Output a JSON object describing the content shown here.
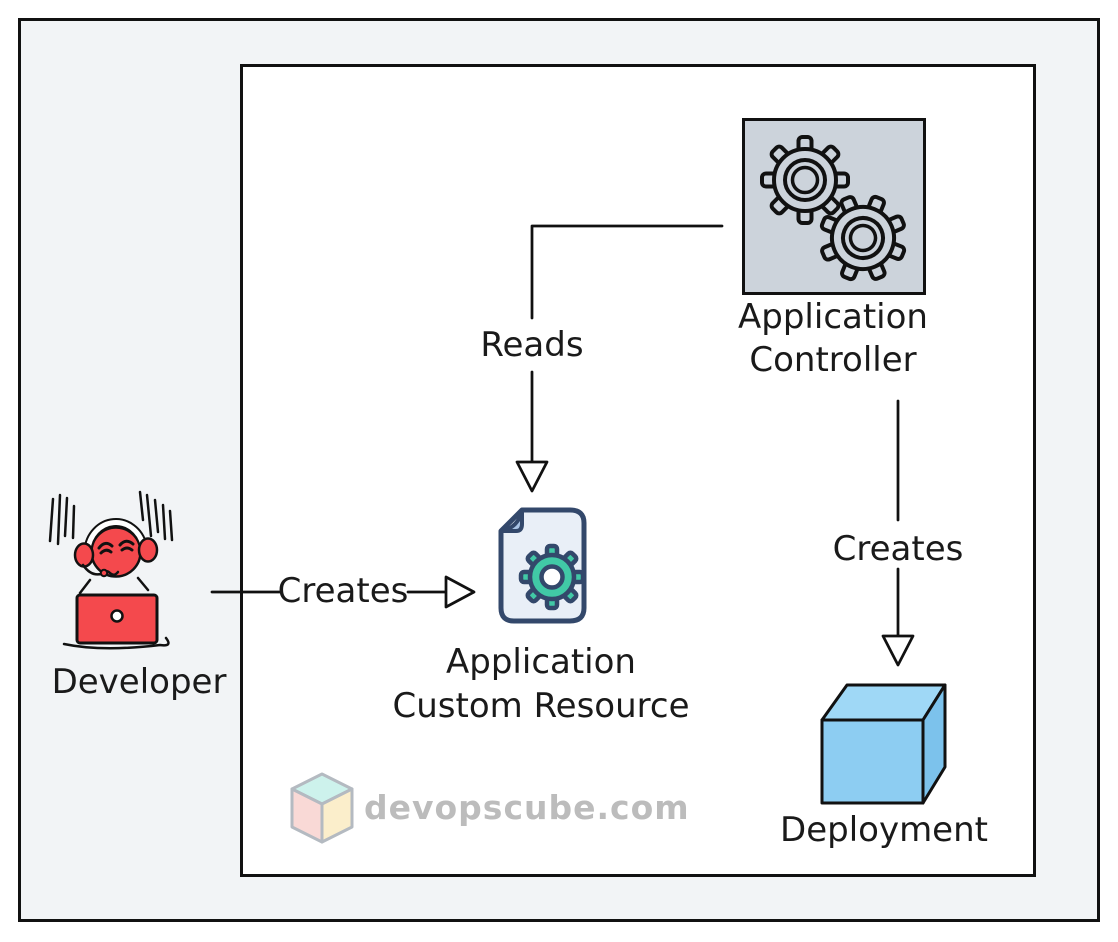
{
  "watermark": {
    "text": "devopscube.com"
  },
  "nodes": {
    "developer": {
      "label": "Developer"
    },
    "application_controller": {
      "label_line1": "Application",
      "label_line2": "Controller"
    },
    "application_custom_resource": {
      "label_line1": "Application",
      "label_line2": "Custom Resource"
    },
    "deployment": {
      "label": "Deployment"
    }
  },
  "edges": {
    "developer_creates_resource": {
      "label": "Creates"
    },
    "controller_reads_resource": {
      "label": "Reads"
    },
    "controller_creates_deployment": {
      "label": "Creates"
    }
  },
  "icons": {
    "developer": "stressed-developer-at-laptop",
    "application_controller": "two-gears",
    "application_custom_resource": "document-with-gear",
    "deployment": "blue-cube",
    "watermark": "pastel-cube"
  },
  "colors": {
    "outer_background": "#f2f4f6",
    "inner_box": "#ffffff",
    "line_stroke": "#111111",
    "controller_box_fill": "#ccd3db",
    "developer_red": "#f4494d",
    "document_fill": "#e9eff7",
    "document_outline": "#33486b",
    "document_fold": "#a9c4e6",
    "gear_teal": "#41c9a6",
    "cube_front": "#8dcdf2",
    "cube_top": "#9fd8f6",
    "cube_side": "#7cc2ec",
    "watermark_gray": "#bcbcbc",
    "watermark_cube_top": "#cdf2ec",
    "watermark_cube_left": "#f9d9d6",
    "watermark_cube_right": "#fbeecb"
  }
}
